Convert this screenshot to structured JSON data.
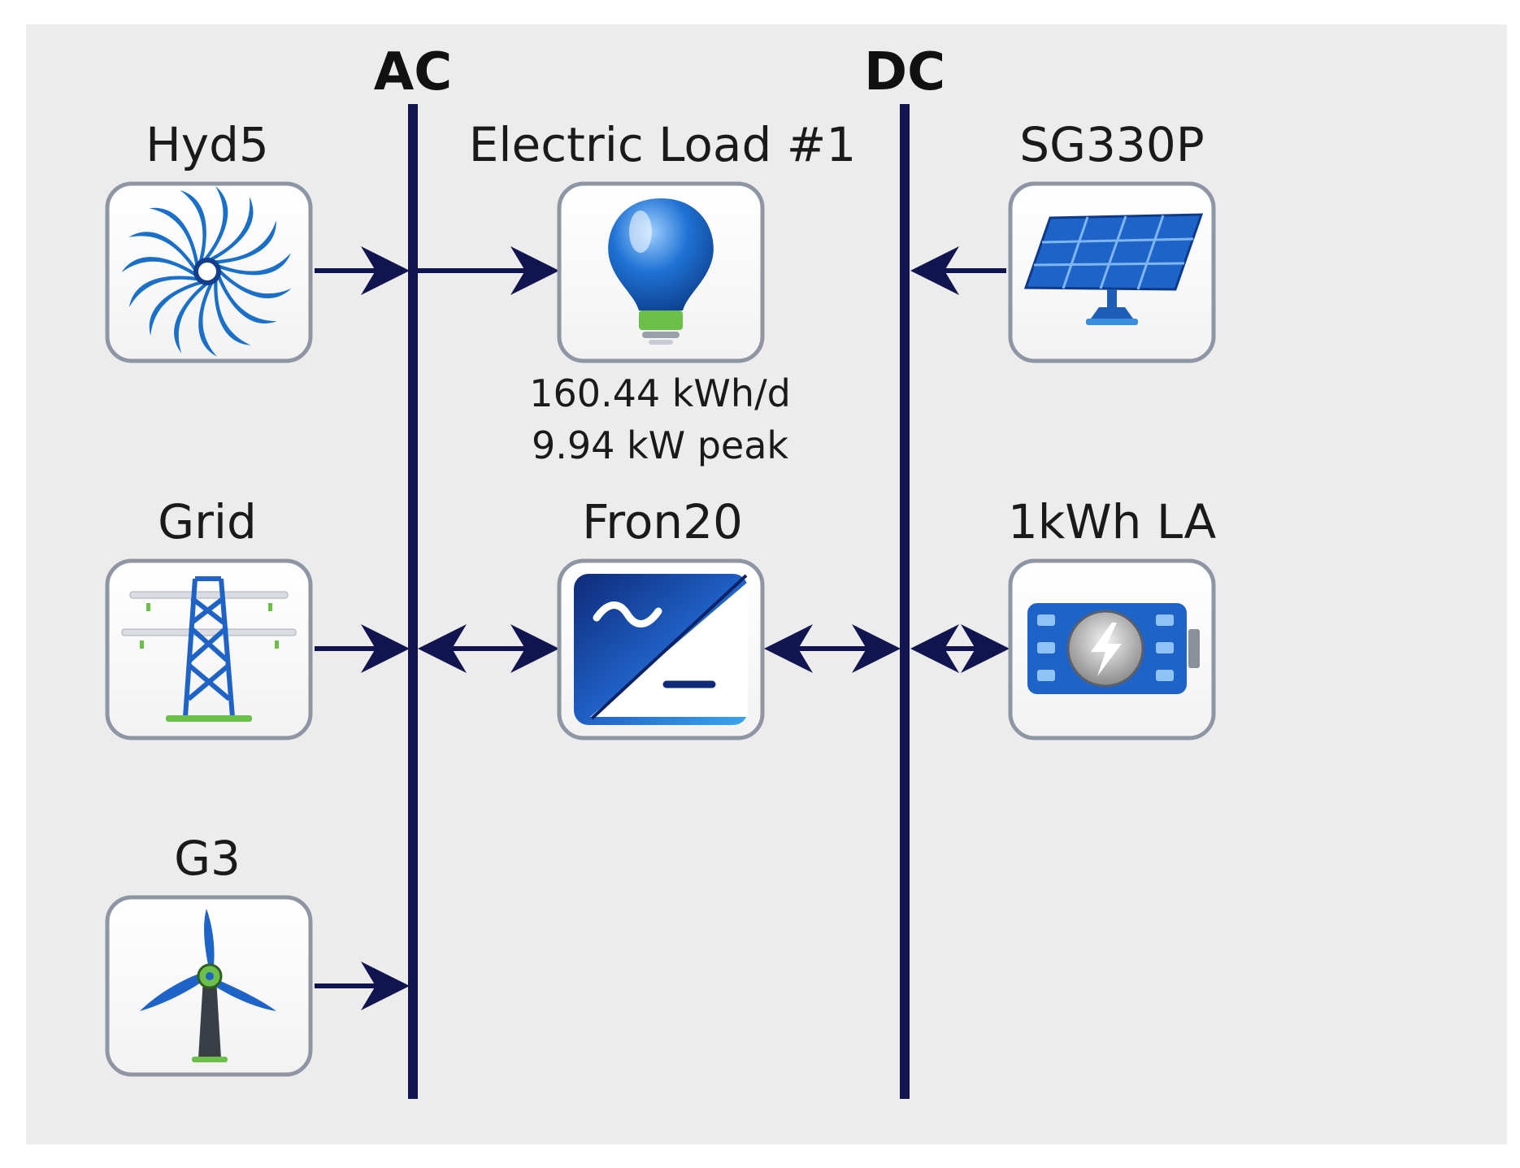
{
  "diagram": {
    "buses": {
      "ac_label": "AC",
      "dc_label": "DC"
    },
    "components": {
      "hydro": {
        "label": "Hyd5",
        "icon": "hydro-turbine-icon"
      },
      "load": {
        "label": "Electric Load #1",
        "icon": "light-bulb-icon",
        "energy": "160.44 kWh/d",
        "peak": "9.94 kW peak"
      },
      "pv": {
        "label": "SG330P",
        "icon": "solar-panel-icon"
      },
      "grid": {
        "label": "Grid",
        "icon": "transmission-tower-icon"
      },
      "converter": {
        "label": "Fron20",
        "icon": "ac-dc-converter-icon"
      },
      "battery": {
        "label": "1kWh LA",
        "icon": "battery-icon"
      },
      "wind": {
        "label": "G3",
        "icon": "wind-turbine-icon"
      }
    },
    "colors": {
      "background": "#ececec",
      "bus_line": "#101550",
      "arrow": "#101550",
      "icon_blue": "#1f6fd0",
      "accent_green": "#6cc04a"
    }
  }
}
